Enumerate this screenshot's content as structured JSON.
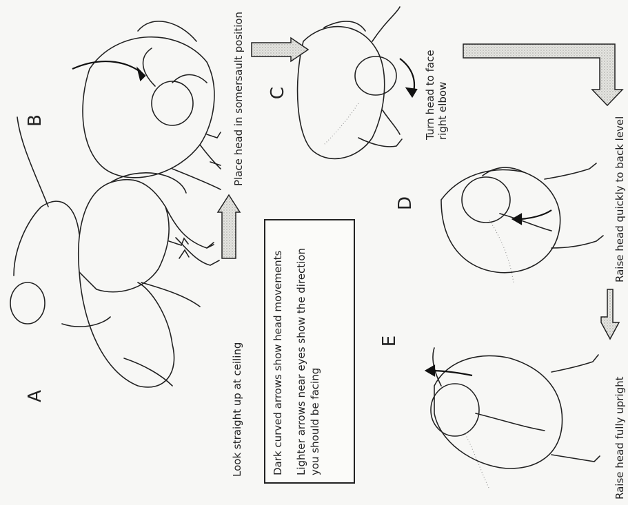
{
  "steps": {
    "A": {
      "letter": "A",
      "caption": "Look straight up at ceiling"
    },
    "B": {
      "letter": "B",
      "caption": "Place head in somersault position"
    },
    "C": {
      "letter": "C",
      "caption": "Turn head to face\nright elbow"
    },
    "D": {
      "letter": "D",
      "caption": "Raise head quickly to back level"
    },
    "E": {
      "letter": "E",
      "caption": "Raise head fully upright"
    }
  },
  "legend": {
    "line1": "Dark curved arrows show head movements",
    "line2": "Lighter arrows near eyes show the direction you should be facing"
  },
  "colors": {
    "ink": "#222222",
    "arrow_fill": "#d6d6d2"
  }
}
